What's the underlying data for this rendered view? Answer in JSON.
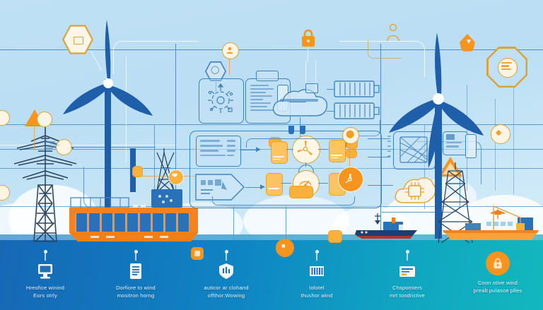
{
  "illustration": {
    "title": "Offshore wind digital infrastructure infographic",
    "palette": {
      "sky_top": "#bfe0f5",
      "sky_bottom": "#d6edf9",
      "sea_left": "#1668b5",
      "sea_right": "#12b8bd",
      "line_blue": "#4e90c4",
      "accent_orange": "#f7941e",
      "accent_amber": "#fbb03b",
      "turbine_blue": "#1f5fa9",
      "vessel_orange": "#f58220",
      "cloud_white": "#ffffff",
      "label_text": "#eaf4fb"
    }
  },
  "scene": {
    "elements": [
      {
        "name": "left-wind-turbine",
        "kind": "wind-turbine"
      },
      {
        "name": "right-wind-turbine",
        "kind": "wind-turbine"
      },
      {
        "name": "power-transmission-tower",
        "kind": "pylon"
      },
      {
        "name": "offshore-lattice-tower",
        "kind": "pylon"
      },
      {
        "name": "orange-container-vessel",
        "kind": "ship"
      },
      {
        "name": "survey-vessel",
        "kind": "ship"
      },
      {
        "name": "support-vessel",
        "kind": "ship"
      },
      {
        "name": "crane-platform",
        "kind": "crane"
      }
    ]
  },
  "diagram": {
    "nodes": [
      {
        "name": "analytics-gear-panel",
        "glyph": "gear",
        "caption": ""
      },
      {
        "name": "document-report-panel",
        "glyph": "document",
        "caption": ""
      },
      {
        "name": "cloud-platform-node",
        "glyph": "cloud",
        "caption": ""
      },
      {
        "name": "server-rack-upper",
        "glyph": "server",
        "caption": ""
      },
      {
        "name": "server-rack-lower",
        "glyph": "server",
        "caption": ""
      },
      {
        "name": "data-table-panel",
        "glyph": "table",
        "caption": ""
      },
      {
        "name": "mesh-network-panel",
        "glyph": "mesh",
        "caption": ""
      },
      {
        "name": "ai-chip-cloud-node",
        "glyph": "chip",
        "caption": ""
      },
      {
        "name": "checklist-node",
        "glyph": "checklist",
        "caption": ""
      },
      {
        "name": "turbine-control-node",
        "glyph": "rotor",
        "caption": ""
      },
      {
        "name": "sensor-gauge-node",
        "glyph": "gauge",
        "caption": ""
      },
      {
        "name": "dashboard-card-left",
        "glyph": "card",
        "caption": ""
      },
      {
        "name": "dashboard-card-right",
        "glyph": "card",
        "caption": ""
      }
    ],
    "badges": [
      {
        "name": "hex-badge-storage",
        "shape": "hexagon",
        "color": "#d8a43c"
      },
      {
        "name": "hex-badge-network",
        "shape": "hexagon",
        "color": "#3f83bb"
      },
      {
        "name": "oct-badge-analytics",
        "shape": "octagon",
        "color": "#d8a43c"
      },
      {
        "name": "circle-badge-user",
        "shape": "circle",
        "color": "#fbb03b"
      },
      {
        "name": "circle-badge-cs",
        "shape": "circle",
        "color": "#d8a43c"
      },
      {
        "name": "circle-badge-heart",
        "shape": "circle",
        "color": "#fbb03b"
      },
      {
        "name": "circle-badge-settings",
        "shape": "circle",
        "color": "#f7941e"
      },
      {
        "name": "lock-badge-security",
        "shape": "padlock",
        "color": "#f7941e"
      },
      {
        "name": "triangle-badge-alert",
        "shape": "triangle",
        "color": "#f7941e"
      },
      {
        "name": "drop-badge-energy",
        "shape": "droplet",
        "color": "#f7941e"
      }
    ]
  },
  "footer": {
    "items": [
      {
        "icon": "monitor-icon",
        "line1": "Hreofice winind",
        "line2": "Eors otrly"
      },
      {
        "icon": "document-icon",
        "line1": "Dorfiore to wind",
        "line2": "mositron horng"
      },
      {
        "icon": "shield-icon",
        "line1": "auticor ar clohand",
        "line2": "offthor:Wowing"
      },
      {
        "icon": "barchart-icon",
        "line1": "tolotel",
        "line2": "thushor wind"
      },
      {
        "icon": "card-icon",
        "line1": "Chspomiers",
        "line2": "mrt tondrictive"
      },
      {
        "icon": "lock-icon",
        "line1": "Coon otive wind",
        "line2": "prealt pulasoe plles"
      }
    ]
  }
}
